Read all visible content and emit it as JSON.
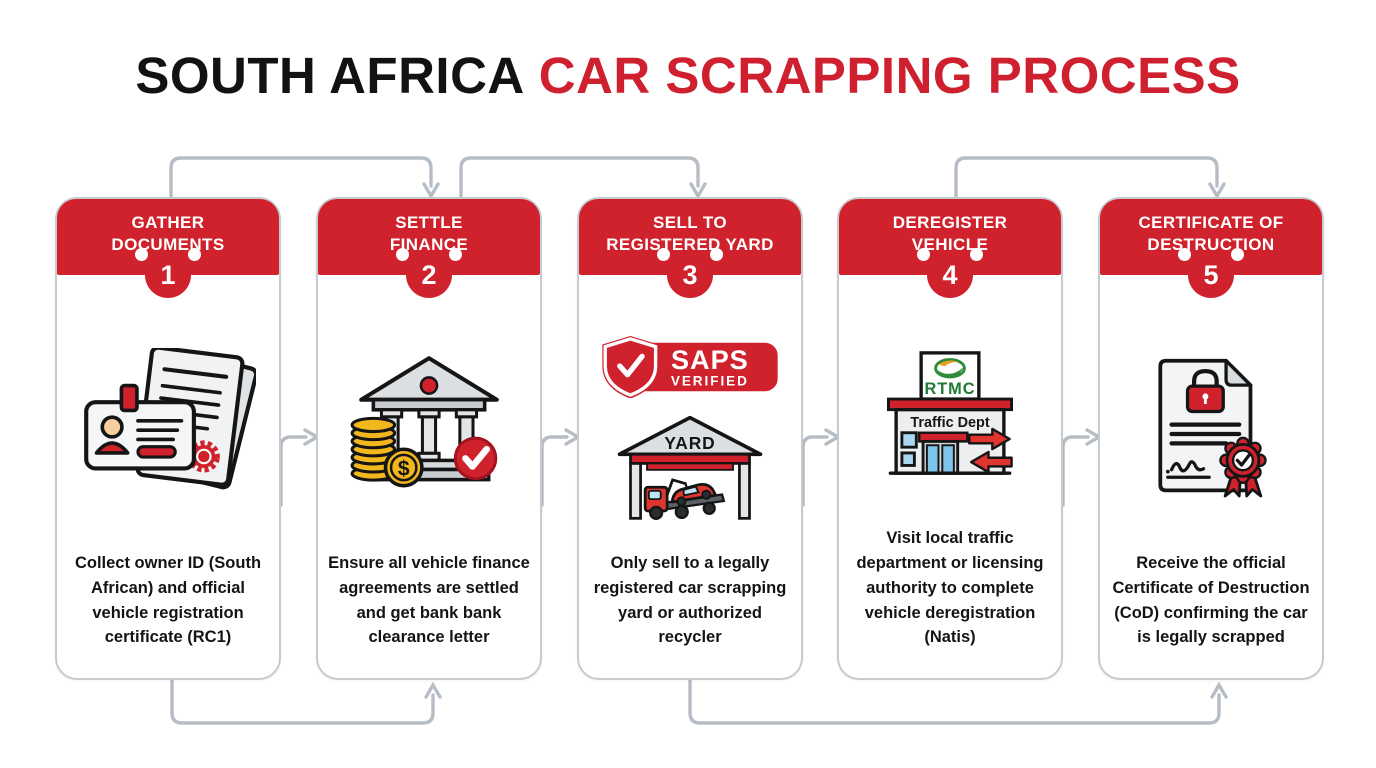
{
  "title": {
    "prefix": "SOUTH AFRICA",
    "highlight": "CAR SCRAPPING PROCESS"
  },
  "colors": {
    "accent_red": "#d0222d",
    "arrow_red": "#e0352f",
    "connector_gray": "#b6bdc4",
    "coin_gold": "#f3b71e",
    "rtmc_green": "#1e7a34",
    "window_blue": "#a9d7ee"
  },
  "steps": [
    {
      "number": "1",
      "heading": "GATHER\nDOCUMENTS",
      "description": "Collect owner ID (South African) and official vehicle registration certificate (RC1)",
      "icon": "documents-icon"
    },
    {
      "number": "2",
      "heading": "SETTLE\nFINANCE",
      "description": "Ensure all vehicle finance agreements are settled and get bank bank clearance letter",
      "icon": "bank-check-icon",
      "coin_symbol": "$"
    },
    {
      "number": "3",
      "heading": "SELL TO\nREGISTERED YARD",
      "description": "Only sell to a legally registered car scrapping yard or authorized recycler",
      "icon": "scrap-yard-icon",
      "badge_line1": "SAPS",
      "badge_line2": "VERIFIED",
      "yard_label": "YARD"
    },
    {
      "number": "4",
      "heading": "DEREGISTER\nVEHICLE",
      "description": "Visit local traffic department or licensing authority to complete vehicle deregistration (Natis)",
      "icon": "traffic-dept-icon",
      "sign_label": "RTMC",
      "building_label": "Traffic Dept"
    },
    {
      "number": "5",
      "heading": "CERTIFICATE OF\nDESTRUCTION",
      "description": "Receive the official Certificate of Destruction (CoD) confirming the car is legally scrapped",
      "icon": "certificate-icon"
    }
  ]
}
